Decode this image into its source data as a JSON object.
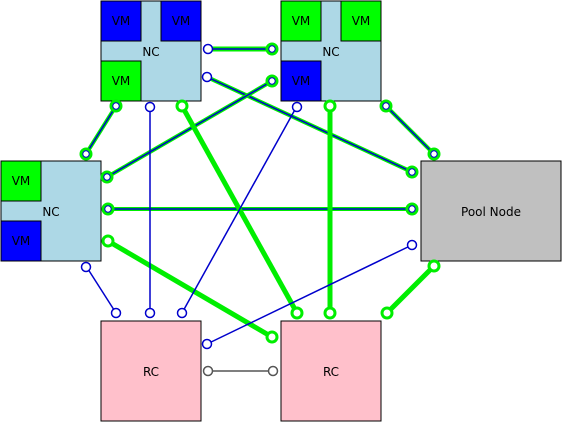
{
  "colors": {
    "nc_fill": "#add8e6",
    "vm_blue": "#0000ff",
    "vm_green": "#00ff00",
    "pool_fill": "#c0c0c0",
    "rc_fill": "#ffc0cb",
    "thin_link": "#0000cc",
    "thick_link": "#00ee00",
    "rc_link": "#555555"
  },
  "nodes": {
    "nc_top_left": {
      "label": "NC",
      "vms": [
        {
          "label": "VM",
          "color": "blue"
        },
        {
          "label": "VM",
          "color": "blue"
        },
        {
          "label": "VM",
          "color": "green"
        }
      ]
    },
    "nc_top_right": {
      "label": "NC",
      "vms": [
        {
          "label": "VM",
          "color": "green"
        },
        {
          "label": "VM",
          "color": "green"
        },
        {
          "label": "VM",
          "color": "blue"
        }
      ]
    },
    "nc_left": {
      "label": "NC",
      "vms": [
        {
          "label": "VM",
          "color": "green"
        },
        {
          "label": "VM",
          "color": "blue"
        }
      ]
    },
    "pool_node": {
      "label": "Pool Node"
    },
    "rc_left": {
      "label": "RC"
    },
    "rc_right": {
      "label": "RC"
    }
  }
}
